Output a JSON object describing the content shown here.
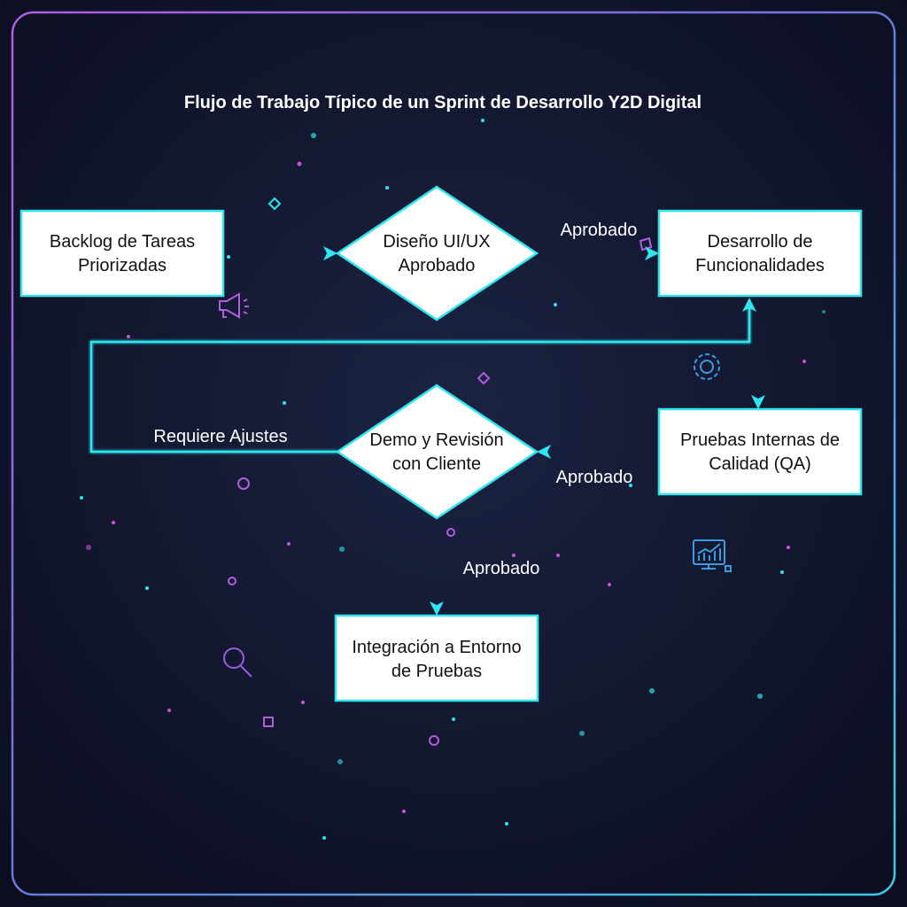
{
  "title": "Flujo de Trabajo Típico de un Sprint de Desarrollo Y2D Digital",
  "nodes": {
    "backlog": {
      "line1": "Backlog de Tareas",
      "line2": "Priorizadas"
    },
    "design": {
      "line1": "Diseño UI/UX",
      "line2": "Aprobado"
    },
    "development": {
      "line1": "Desarrollo de",
      "line2": "Funcionalidades"
    },
    "qa": {
      "line1": "Pruebas Internas de",
      "line2": "Calidad (QA)"
    },
    "demo": {
      "line1": "Demo y Revisión",
      "line2": "con Cliente"
    },
    "integration": {
      "line1": "Integración a Entorno",
      "line2": "de Pruebas"
    }
  },
  "edges": {
    "design_to_dev": "Aprobado",
    "qa_to_demo": "Aprobado",
    "demo_to_integration": "Aprobado",
    "demo_to_dev": "Requiere Ajustes"
  },
  "colors": {
    "accent": "#2ee6f0",
    "purple": "#b05de0",
    "background": "#0d0f22"
  }
}
